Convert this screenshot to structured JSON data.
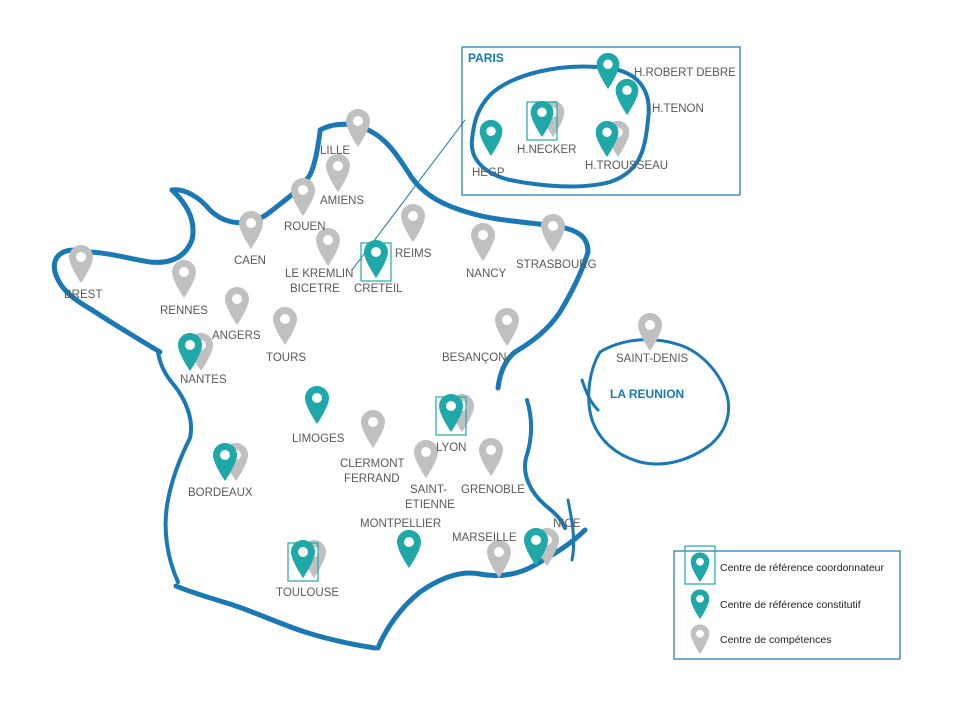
{
  "colors": {
    "coast": "#1a78b4",
    "teal": "#1fa8a8",
    "gray": "#c0c0c0",
    "label": "#595959"
  },
  "regions": {
    "paris": "PARIS",
    "reunion": "LA REUNION"
  },
  "cities": [
    {
      "id": "lille",
      "label": "LILLE",
      "type": "competence"
    },
    {
      "id": "amiens",
      "label": "AMIENS",
      "type": "competence"
    },
    {
      "id": "rouen",
      "label": "ROUEN",
      "type": "competence"
    },
    {
      "id": "caen",
      "label": "CAEN",
      "type": "competence"
    },
    {
      "id": "kremlin",
      "label": "LE KREMLIN BICETRE",
      "line1": "LE KREMLIN",
      "line2": "BICETRE",
      "type": "competence"
    },
    {
      "id": "creteil",
      "label": "CRETEIL",
      "type": "coordonnateur"
    },
    {
      "id": "reims",
      "label": "REIMS",
      "type": "competence"
    },
    {
      "id": "nancy",
      "label": "NANCY",
      "type": "competence"
    },
    {
      "id": "strasbourg",
      "label": "STRASBOURG",
      "type": "competence"
    },
    {
      "id": "brest",
      "label": "BREST",
      "type": "competence"
    },
    {
      "id": "rennes",
      "label": "RENNES",
      "type": "competence"
    },
    {
      "id": "angers",
      "label": "ANGERS",
      "type": "competence"
    },
    {
      "id": "tours",
      "label": "TOURS",
      "type": "competence"
    },
    {
      "id": "nantes",
      "label": "NANTES",
      "type": "constitutif",
      "also": "competence"
    },
    {
      "id": "besancon",
      "label": "BESANÇON",
      "type": "competence"
    },
    {
      "id": "limoges",
      "label": "LIMOGES",
      "type": "constitutif"
    },
    {
      "id": "lyon",
      "label": "LYON",
      "type": "coordonnateur",
      "also": "competence"
    },
    {
      "id": "clermont",
      "label": "CLERMONT FERRAND",
      "line1": "CLERMONT",
      "line2": "FERRAND",
      "type": "competence"
    },
    {
      "id": "saintetienne",
      "label": "SAINT-ETIENNE",
      "line1": "SAINT-",
      "line2": "ETIENNE",
      "type": "competence"
    },
    {
      "id": "grenoble",
      "label": "GRENOBLE",
      "type": "competence"
    },
    {
      "id": "bordeaux",
      "label": "BORDEAUX",
      "type": "constitutif",
      "also": "competence"
    },
    {
      "id": "toulouse",
      "label": "TOULOUSE",
      "type": "coordonnateur",
      "also": "competence"
    },
    {
      "id": "montpellier",
      "label": "MONTPELLIER",
      "type": "constitutif"
    },
    {
      "id": "marseille",
      "label": "MARSEILLE",
      "type": "competence"
    },
    {
      "id": "nice",
      "label": "NICE",
      "type": "constitutif",
      "also": "competence"
    },
    {
      "id": "saintdenis",
      "label": "SAINT-DENIS",
      "type": "competence"
    }
  ],
  "paris_sites": [
    {
      "id": "robertdebre",
      "label": "H.ROBERT DEBRE",
      "type": "constitutif"
    },
    {
      "id": "tenon",
      "label": "H.TENON",
      "type": "constitutif"
    },
    {
      "id": "necker",
      "label": "H.NECKER",
      "type": "coordonnateur",
      "also": "competence"
    },
    {
      "id": "hegp",
      "label": "HEGP",
      "type": "constitutif"
    },
    {
      "id": "trousseau",
      "label": "H.TROUSSEAU",
      "type": "constitutif",
      "also": "competence"
    }
  ],
  "legend": {
    "items": [
      {
        "type": "coordonnateur",
        "label": "Centre de référence coordonnateur"
      },
      {
        "type": "constitutif",
        "label": "Centre de référence constitutif"
      },
      {
        "type": "competence",
        "label": "Centre de compétences"
      }
    ]
  }
}
